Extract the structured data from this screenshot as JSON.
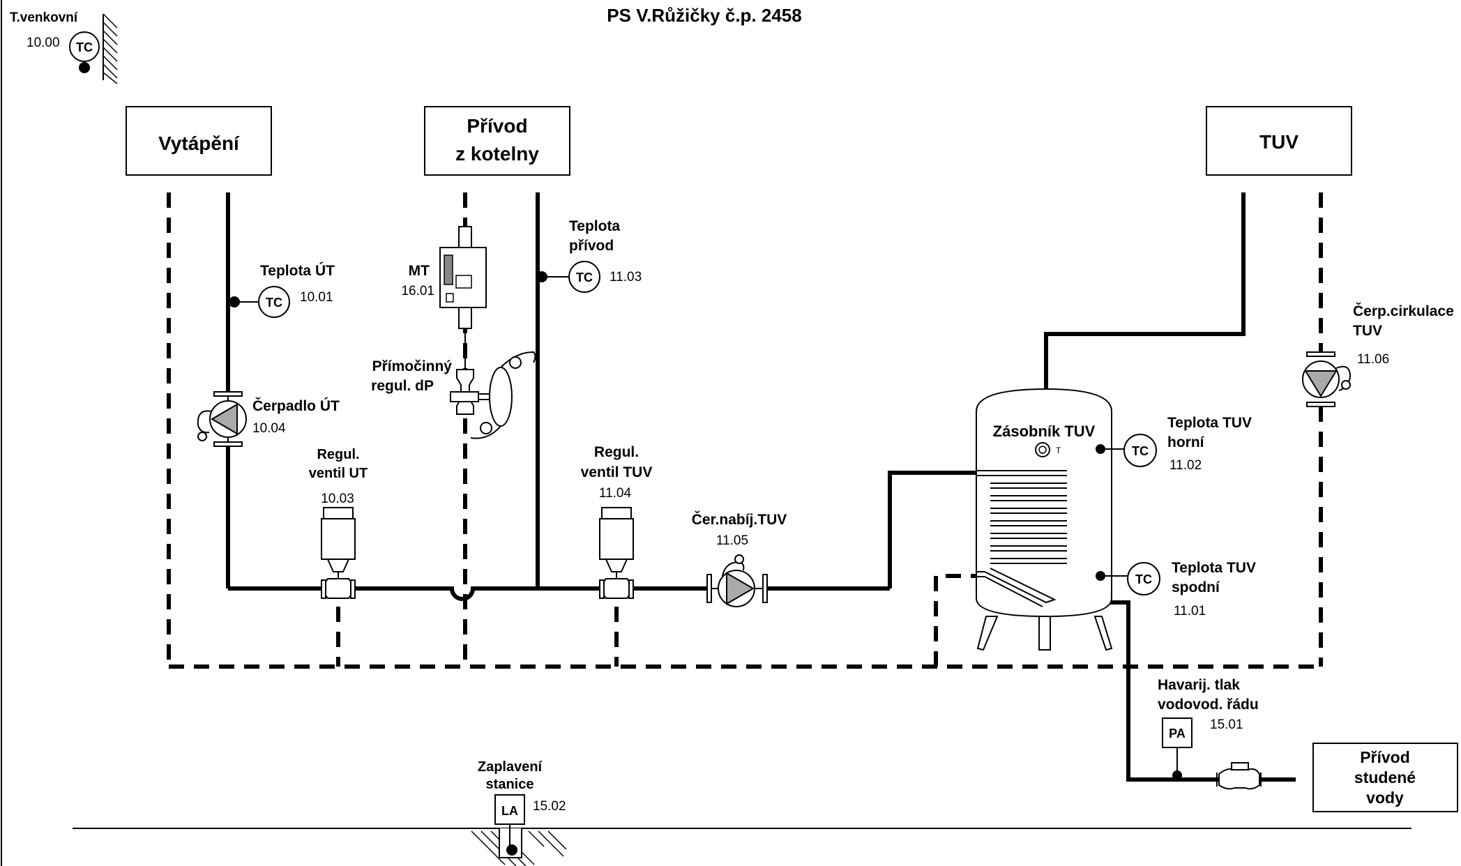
{
  "title": "PS V.Růžičky č.p. 2458",
  "outdoor": {
    "label": "T.venkovní",
    "value": "10.00",
    "tag": "TC"
  },
  "boxes": {
    "heating": "Vytápění",
    "supply_line1": "Přívod",
    "supply_line2": "z kotelny",
    "tuv": "TUV",
    "cold_line1": "Přívod",
    "cold_line2": "studené",
    "cold_line3": "vody"
  },
  "sensors": {
    "ut_temp": {
      "label": "Teplota ÚT",
      "value": "10.01",
      "tag": "TC"
    },
    "supply_temp": {
      "label1": "Teplota",
      "label2": "přívod",
      "value": "11.03",
      "tag": "TC"
    },
    "tuv_top": {
      "label1": "Teplota TUV",
      "label2": "horní",
      "value": "11.02",
      "tag": "TC"
    },
    "tuv_bottom": {
      "label1": "Teplota TUV",
      "label2": "spodní",
      "value": "11.01",
      "tag": "TC"
    },
    "pressure": {
      "label1": "Havarij. tlak",
      "label2": "vodovod. řádu",
      "value": "15.01",
      "tag": "PA"
    },
    "flood": {
      "label1": "Zaplavení",
      "label2": "stanice",
      "value": "15.02",
      "tag": "LA"
    }
  },
  "devices": {
    "heat_meter": {
      "label": "MT",
      "value": "16.01"
    },
    "dp_regulator": {
      "label1": "Přímočinný",
      "label2": "regul. dP"
    },
    "pump_ut": {
      "label": "Čerpadlo ÚT",
      "value": "10.04"
    },
    "valve_ut": {
      "label1": "Regul.",
      "label2": "ventil UT",
      "value": "10.03"
    },
    "valve_tuv": {
      "label1": "Regul.",
      "label2": "ventil TUV",
      "value": "11.04"
    },
    "pump_charge": {
      "label": "Čer.nabíj.TUV",
      "value": "11.05"
    },
    "pump_circ": {
      "label1": "Čerp.cirkulace",
      "label2": "TUV",
      "value": "11.06"
    },
    "tank": {
      "label": "Zásobník TUV"
    }
  }
}
